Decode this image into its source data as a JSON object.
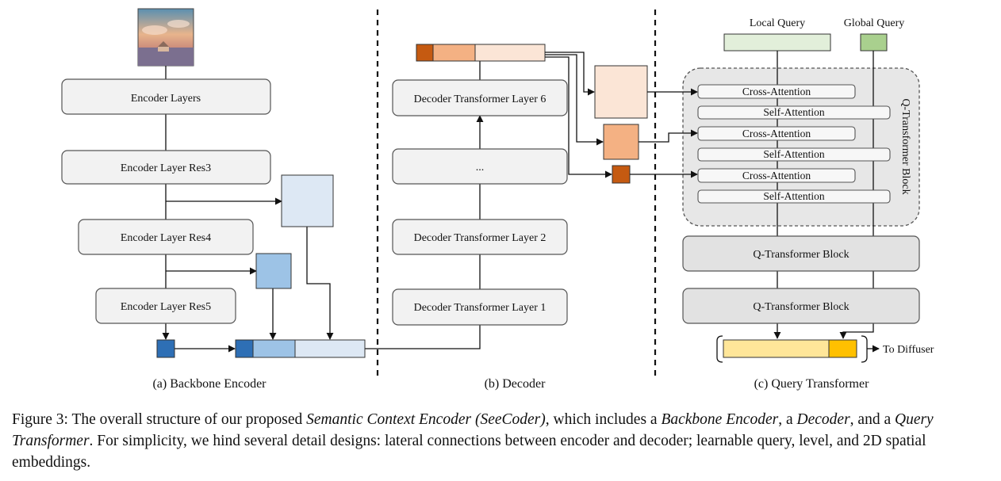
{
  "backbone": {
    "encoder_layers": "Encoder Layers",
    "res3": "Encoder Layer Res3",
    "res4": "Encoder Layer Res4",
    "res5": "Encoder Layer Res5",
    "label": "(a) Backbone Encoder"
  },
  "decoder": {
    "layer6": "Decoder Transformer Layer 6",
    "ellipsis": "...",
    "layer2": "Decoder Transformer Layer 2",
    "layer1": "Decoder Transformer Layer 1",
    "label": "(b) Decoder"
  },
  "query_transformer": {
    "local_query": "Local Query",
    "global_query": "Global Query",
    "cross_attention": "Cross-Attention",
    "self_attention": "Self-Attention",
    "block_label": "Q-Transformer Block",
    "block1": "Q-Transformer Block",
    "block2": "Q-Transformer Block",
    "output": "To Diffuser",
    "label": "(c) Query Transformer"
  },
  "caption": {
    "p1": "Figure 3: The overall structure of our proposed ",
    "i1": "Semantic Context Encoder (SeeCoder)",
    "p2": ", which includes a ",
    "i2": "Backbone Encoder",
    "p3": ", a ",
    "i3": "Decoder",
    "p4": ", and a ",
    "i4": "Query Transformer",
    "p5": ". For simplicity, we hind several detail designs: lateral connections between encoder and decoder; learnable query, level, and 2D spatial embeddings."
  },
  "colors": {
    "box_fill": "#f2f2f2",
    "box_stroke": "#555555",
    "blue_dark": "#2e6fb5",
    "blue_mid": "#9dc3e6",
    "blue_light": "#dde8f4",
    "orange_dark": "#c55a11",
    "orange_mid": "#f4b183",
    "orange_light": "#fbe5d6",
    "green_light": "#e2efda",
    "green_mid": "#a9d08e",
    "yellow": "#ffe699",
    "gold": "#ffc000"
  }
}
